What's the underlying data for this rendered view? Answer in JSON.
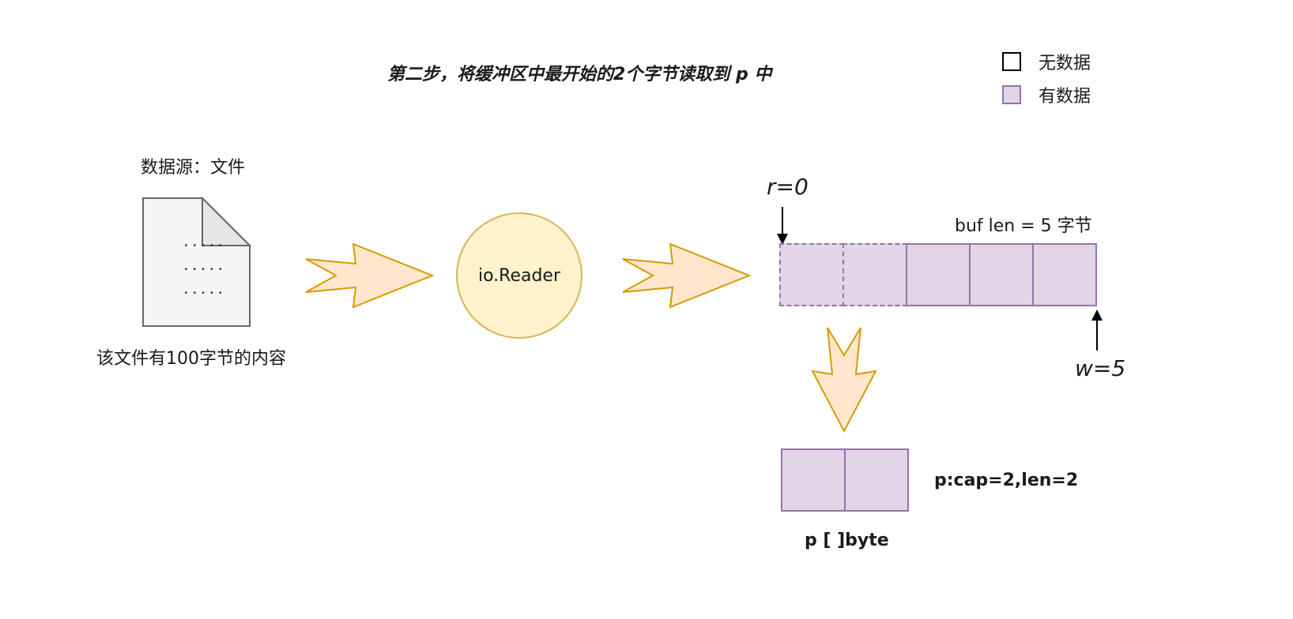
{
  "title": "第二步，将缓冲区中最开始的2个字节读取到 p 中",
  "legend": {
    "no_data": "无数据",
    "has_data": "有数据"
  },
  "source": {
    "label": "数据源：文件",
    "caption": "该文件有100字节的内容",
    "lines": [
      ".....",
      ".....",
      "....."
    ]
  },
  "reader": {
    "label": "io.Reader"
  },
  "buffer": {
    "len_label": "buf len = 5 字节",
    "r_label": "r=0",
    "w_label": "w=5",
    "cells": [
      {
        "state": "read"
      },
      {
        "state": "read"
      },
      {
        "state": "data"
      },
      {
        "state": "data"
      },
      {
        "state": "data"
      }
    ]
  },
  "p": {
    "cap_label": "p:cap=2,len=2",
    "type_label": "p [ ]byte"
  },
  "colors": {
    "data_fill": "#e1d5e7",
    "data_stroke": "#9673a6",
    "arrow_fill": "#ffe6cc",
    "arrow_stroke": "#d79b00",
    "reader_fill": "#fff2cc",
    "reader_stroke": "#d6b656",
    "file_fill": "#f5f5f5",
    "file_stroke": "#666666"
  }
}
